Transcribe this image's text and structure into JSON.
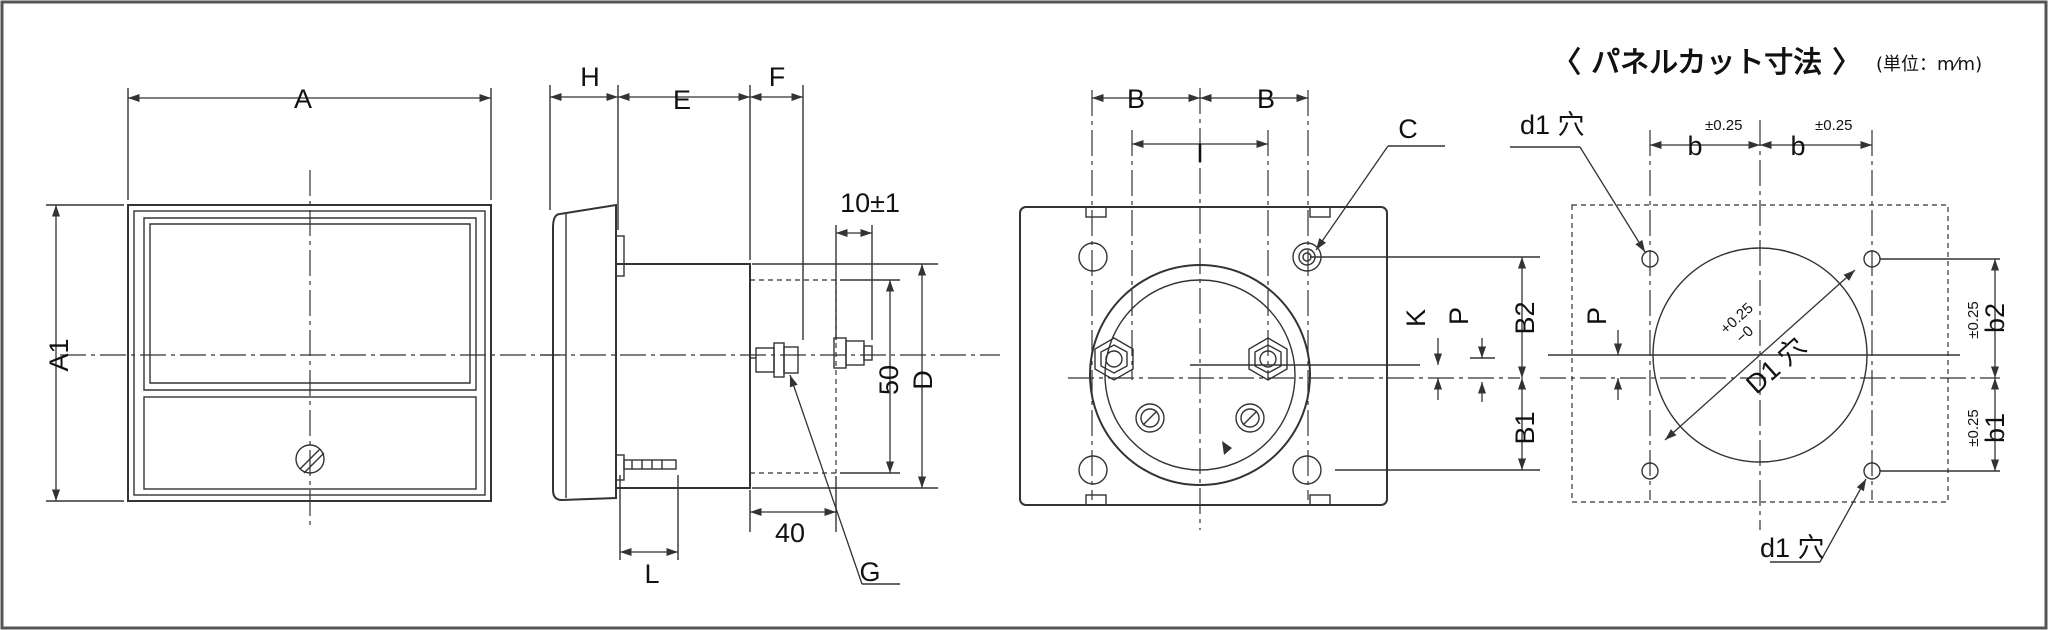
{
  "title": "〈 パネルカット寸法 〉",
  "unit": "(単位：m⁄m)",
  "labels": {
    "A": "A",
    "A1": "A1",
    "H": "H",
    "E": "E",
    "F": "F",
    "ten_tol": "10±1",
    "fifty": "50",
    "D": "D",
    "forty": "40",
    "L": "L",
    "G": "G",
    "B_left": "B",
    "B_right": "B",
    "I": "I",
    "C": "C",
    "K": "K",
    "P": "P",
    "B2": "B2",
    "B1": "B1",
    "d1_top": "d1 穴",
    "d1_bottom": "d1 穴",
    "b_left": "b",
    "b_right": "b",
    "tol_b_left": "±0.25",
    "tol_b_right": "±0.25",
    "P_cut": "P",
    "D1": "D1 穴",
    "D1_tol_plus": "+0.25",
    "D1_tol_minus": "−0",
    "b2": "b2",
    "b1": "b1",
    "tol_b2": "±0.25",
    "tol_b1": "±0.25"
  }
}
